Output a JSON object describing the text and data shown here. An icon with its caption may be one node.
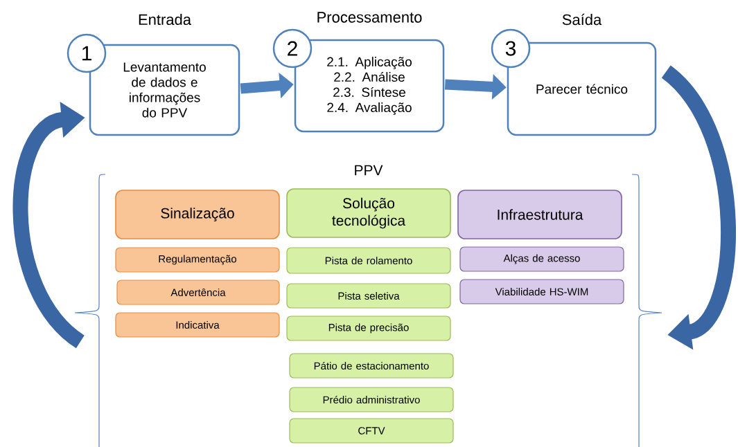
{
  "diagram": {
    "nodes": [
      {
        "text": [
          "1"
        ]
      },
      {
        "text": [
          "Entrada",
          "Levantamento de dados e informações do PPV"
        ]
      },
      {
        "text": [
          "2"
        ]
      },
      {
        "text": [
          "Processamento",
          "2.1. Aplicação",
          "2.2. Análise",
          "2.3. Síntese",
          "2.4. Avaliação"
        ]
      },
      {
        "text": [
          "3"
        ]
      },
      {
        "text": [
          "Saída",
          "Parecer técnico"
        ]
      },
      {
        "text": [
          "PPV"
        ]
      },
      {
        "text": [
          "Sinalização"
        ],
        "in": 6
      },
      {
        "text": [
          "Solução tecnológica"
        ],
        "in": 6
      },
      {
        "text": [
          "Infraestrutura"
        ],
        "in": 6
      },
      {
        "text": [
          "Regulamentação"
        ],
        "in": 6
      },
      {
        "text": [
          "Advertência"
        ],
        "in": 6
      },
      {
        "text": [
          "Indicativa"
        ],
        "in": 6
      },
      {
        "text": [
          "Pista de rolamento"
        ],
        "in": 6
      },
      {
        "text": [
          "Pista seletiva"
        ],
        "in": 6
      },
      {
        "text": [
          "Pista de precisão"
        ],
        "in": 6
      },
      {
        "text": [
          "Pátio de estacionamento"
        ],
        "in": 6
      },
      {
        "text": [
          "Prédio administrativo"
        ],
        "in": 6
      },
      {
        "text": [
          "CFTV"
        ],
        "in": 6
      },
      {
        "text": [
          "Alças de acesso"
        ],
        "in": 6
      },
      {
        "text": [
          "Viabilidade HS-WIM"
        ],
        "in": 6
      }
    ],
    "edges": [
      {
        "from": 1,
        "to": 3,
        "arrow": "to"
      },
      {
        "from": 3,
        "to": 5,
        "arrow": "to"
      },
      {
        "from": 5,
        "to": 6,
        "arrow": "to"
      },
      {
        "from": 6,
        "to": 1,
        "arrow": "to"
      }
    ]
  }
}
